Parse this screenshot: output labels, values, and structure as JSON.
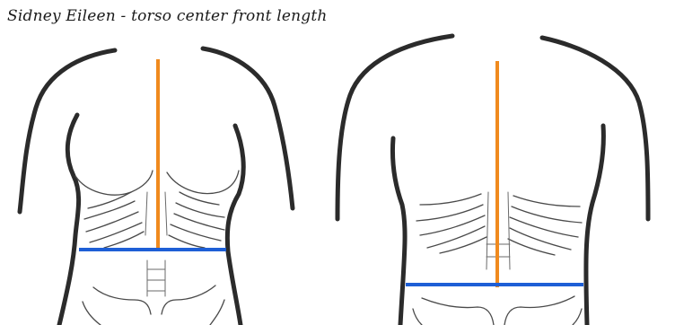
{
  "title": "Sidney Eileen - torso center front length",
  "colors": {
    "background": "#ffffff",
    "outline": "#2b2b2b",
    "center_front_line": "#f08a1e",
    "waist_line": "#1e5fd6"
  },
  "figures": [
    {
      "name": "female-torso",
      "view": "front"
    },
    {
      "name": "male-torso",
      "view": "front"
    }
  ]
}
